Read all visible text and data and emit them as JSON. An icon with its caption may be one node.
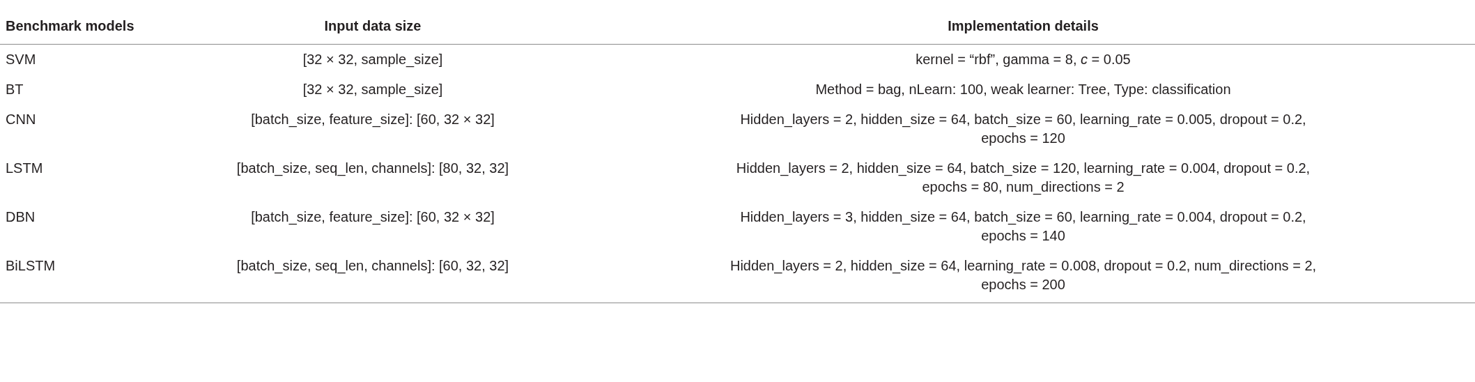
{
  "diagram": {
    "labels": [
      "Benchmark models",
      "Input data size",
      "Implementation details",
      "SVM",
      "[32 × 32, sample_size]",
      "kernel = “rbf”, gamma = 8, *c* = 0.05",
      "BT",
      "[32 × 32, sample_size]",
      "Method = bag, nLearn: 100, weak learner: Tree, Type: classification",
      "CNN",
      "[batch_size, feature_size]: [60, 32 × 32]",
      "Hidden_layers = 2, hidden_size = 64, batch_size = 60, learning_rate = 0.005, dropout = 0.2, epochs = 120",
      "LSTM",
      "[batch_size, seq_len, channels]: [80, 32, 32]",
      "Hidden_layers = 2, hidden_size = 64, batch_size = 120, learning_rate = 0.004, dropout = 0.2, epochs = 80, num_directions = 2",
      "DBN",
      "[batch_size, feature_size]: [60, 32 × 32]",
      "Hidden_layers = 3, hidden_size = 64, batch_size = 60, learning_rate = 0.004, dropout = 0.2, epochs = 140",
      "BiLSTM",
      "[batch_size, seq_len, channels]: [60, 32, 32]",
      "Hidden_layers = 2, hidden_size = 64, learning_rate = 0.008, dropout = 0.2, num_directions = 2, epochs = 200"
    ]
  }
}
